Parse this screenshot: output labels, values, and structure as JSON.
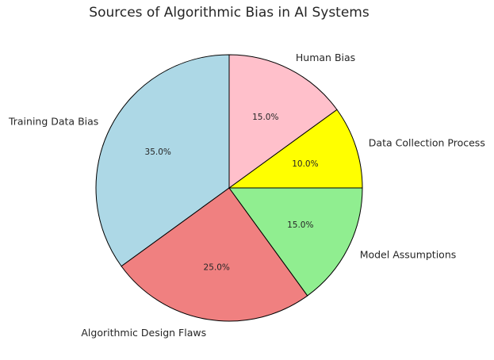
{
  "chart_data": {
    "type": "pie",
    "title": "Sources of Algorithmic Bias in AI Systems",
    "slices": [
      {
        "label": "Training Data Bias",
        "value": 35.0,
        "pct_label": "35.0%",
        "color": "#add8e6"
      },
      {
        "label": "Algorithmic Design Flaws",
        "value": 25.0,
        "pct_label": "25.0%",
        "color": "#f08080"
      },
      {
        "label": "Model Assumptions",
        "value": 15.0,
        "pct_label": "15.0%",
        "color": "#90ee90"
      },
      {
        "label": "Data Collection Process",
        "value": 10.0,
        "pct_label": "10.0%",
        "color": "#ffff00"
      },
      {
        "label": "Human Bias",
        "value": 15.0,
        "pct_label": "15.0%",
        "color": "#ffc0cb"
      }
    ],
    "start_angle": "top",
    "direction": "counterclockwise",
    "edge_color": "#000000"
  }
}
